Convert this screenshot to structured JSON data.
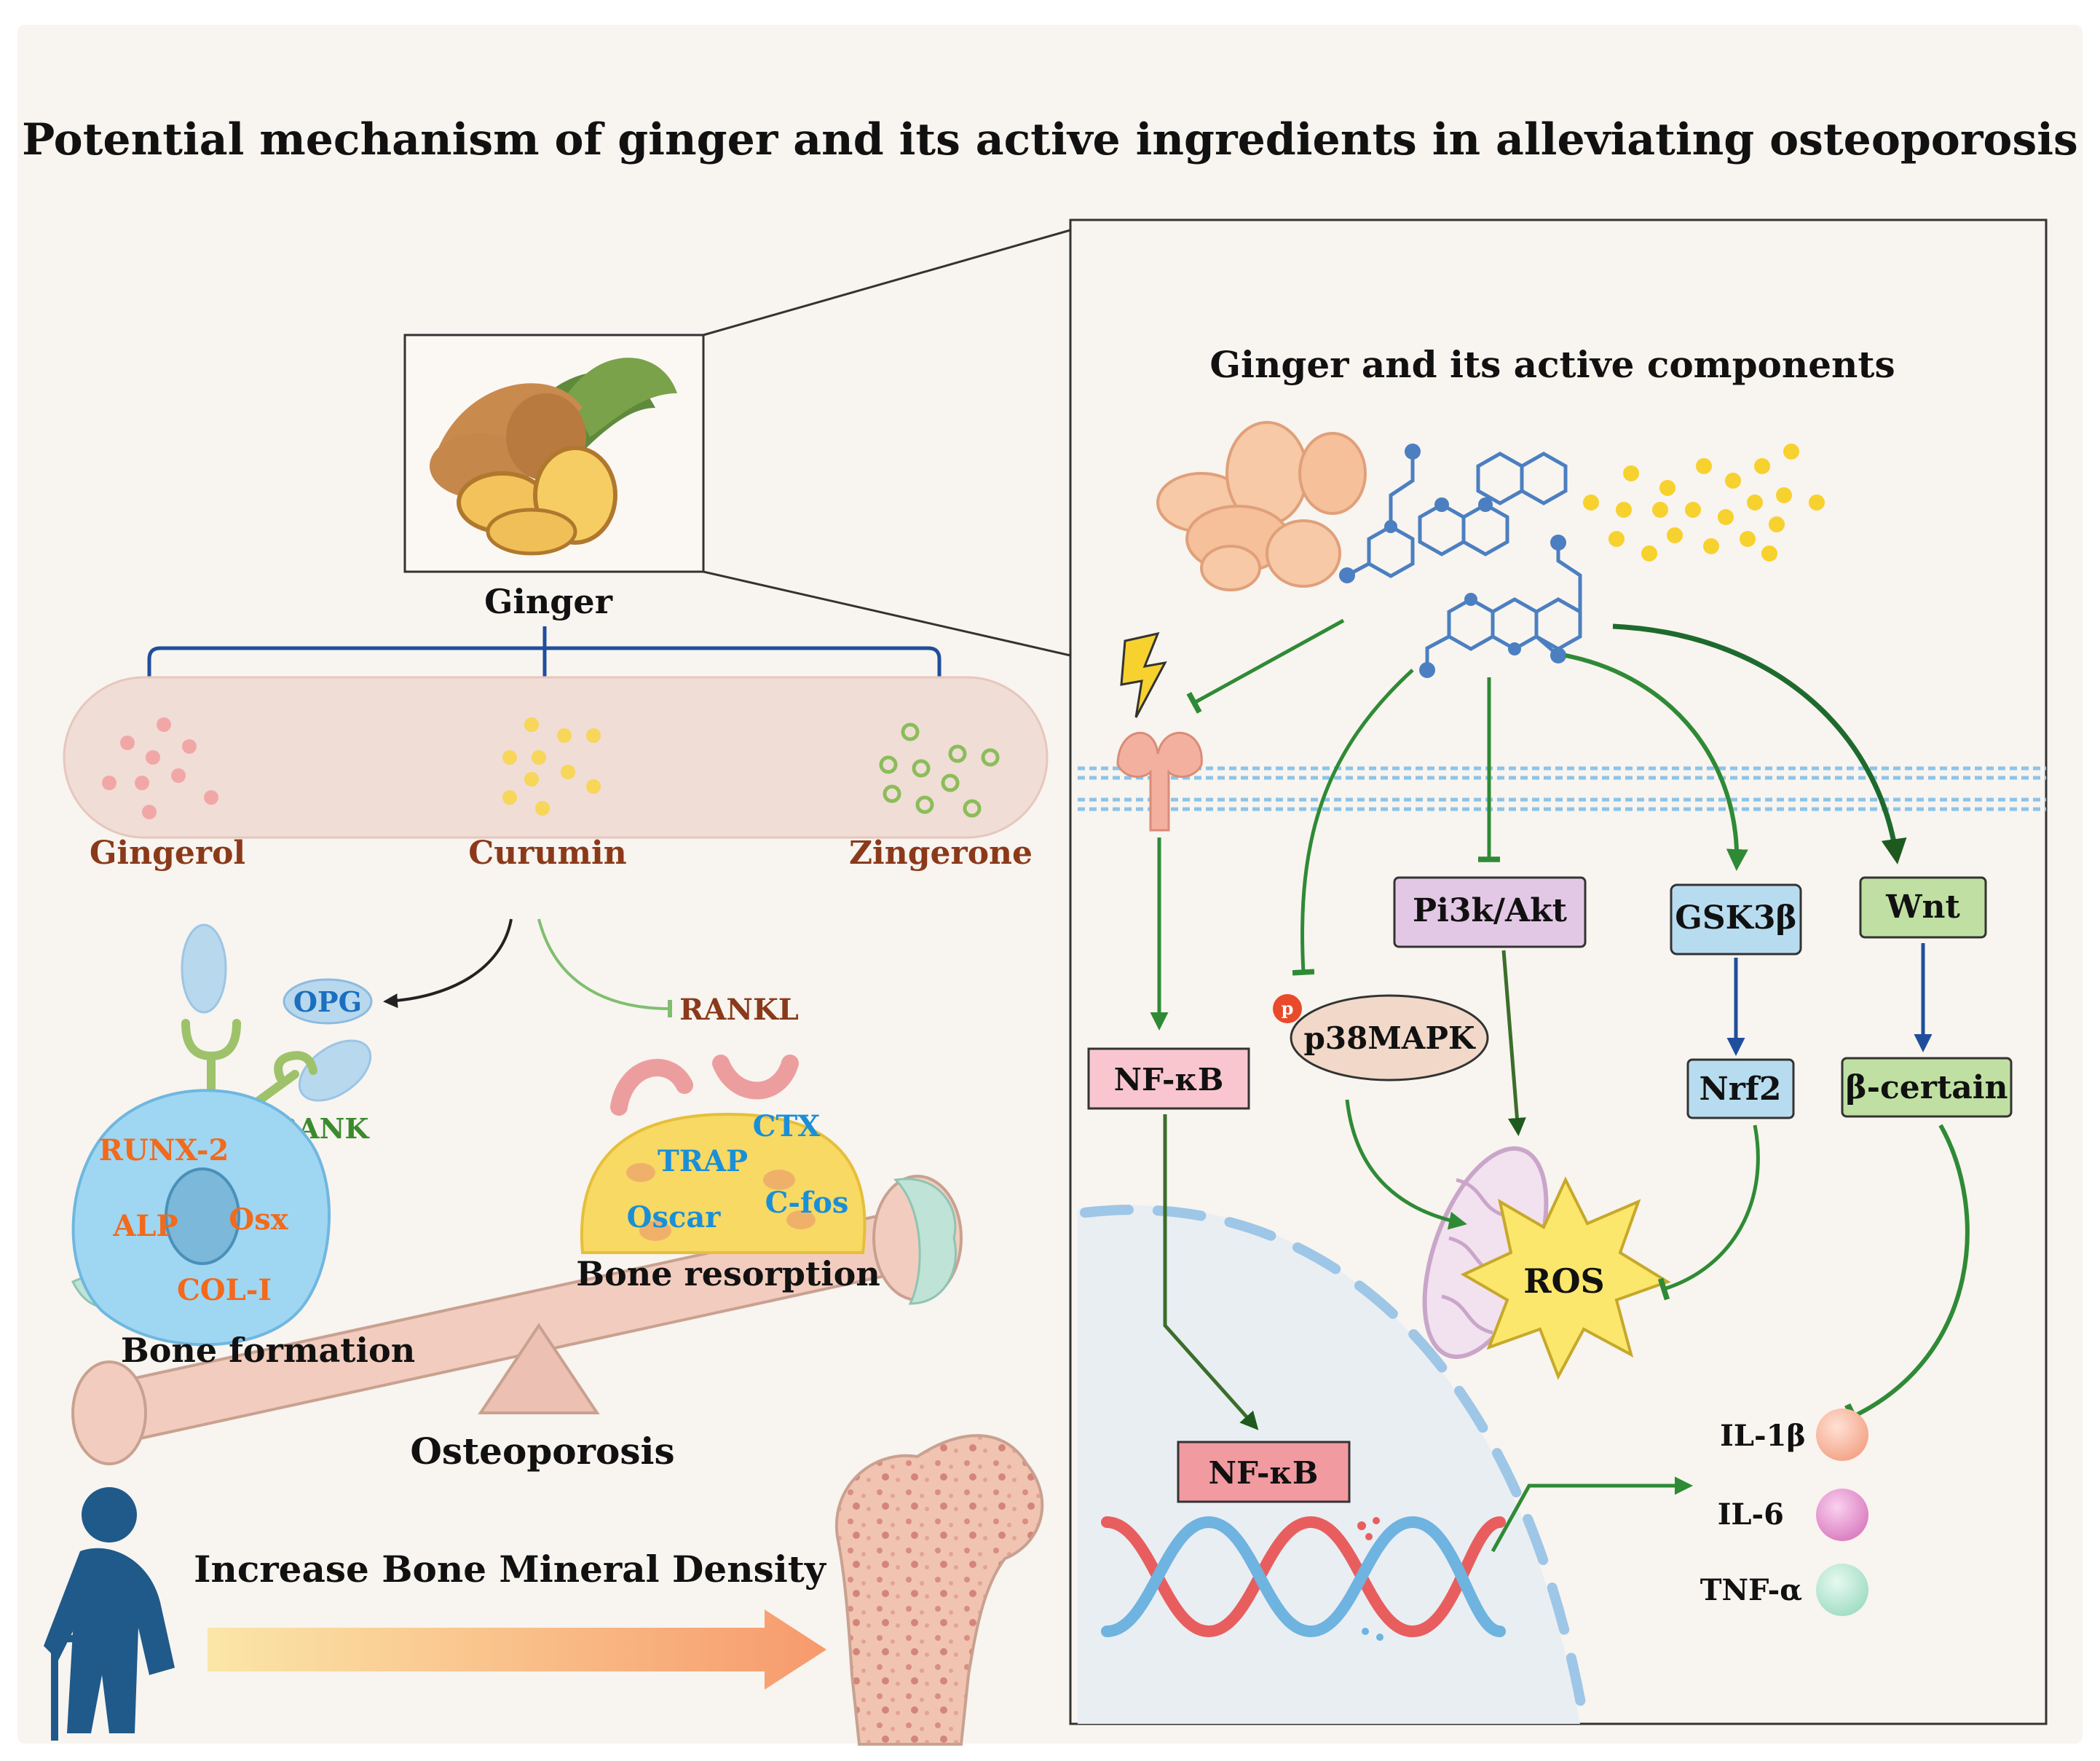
{
  "title": "Potential mechanism of ginger and its active ingredients in alleviating osteoporosis",
  "left": {
    "ginger_label": "Ginger",
    "ingredients": [
      "Gingerol",
      "Curumin",
      "Zingerone"
    ],
    "opg": "OPG",
    "rankl": "RANKL",
    "rank": "RANK",
    "osteoblast_markers": [
      "RUNX-2",
      "Osx",
      "ALP",
      "COL-I"
    ],
    "osteoclast_markers": [
      "CTX",
      "TRAP",
      "C-fos",
      "Oscar"
    ],
    "bone_formation": "Bone formation",
    "bone_resorption": "Bone resorption",
    "osteoporosis": "Osteoporosis",
    "bmd": "Increase Bone Mineral Density"
  },
  "right": {
    "title": "Ginger and its active components",
    "nodes": {
      "nfkb_cyto": "NF-κB",
      "p_badge": "p",
      "p38": "p38MAPK",
      "pi3k": "Pi3k/Akt",
      "gsk": "GSK3β",
      "nrf2": "Nrf2",
      "wnt": "Wnt",
      "bcat": "β-certain",
      "ros": "ROS",
      "nfkb_nuc": "NF-κB"
    },
    "cytokines": [
      {
        "label": "IL-1β",
        "color": "#f7b59f"
      },
      {
        "label": "IL-6",
        "color": "#e89ad0"
      },
      {
        "label": "TNF-α",
        "color": "#b9ead7"
      }
    ]
  },
  "colors": {
    "background": "#f8f4ef",
    "label_brown": "#8a3a1a",
    "marker_orange": "#f26a1b",
    "marker_blue": "#1a8fd8",
    "rank_green": "#3b8a2e",
    "arrow_blue": "#1f4e9c",
    "arrow_green": "#2f8a36",
    "nfkb_fill": "#f9c6cf",
    "pi3k_fill": "#e3c8e6",
    "gsk_fill": "#b8dcef",
    "wnt_fill": "#bfe0a2",
    "p38_fill": "#f1d8c8"
  }
}
